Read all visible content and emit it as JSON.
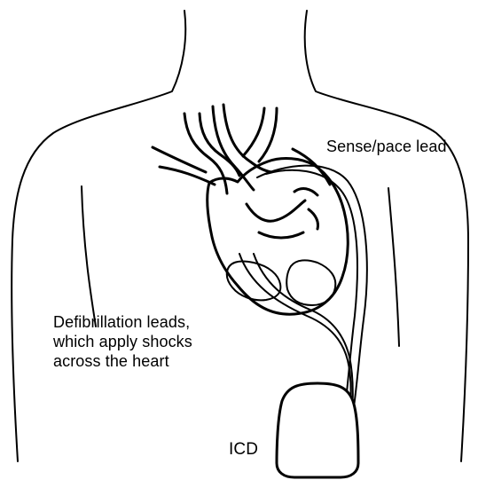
{
  "labels": {
    "sense_pace_lead": "Sense/pace lead",
    "defibrillation_leads": [
      "Defibrillation leads,",
      "which apply shocks",
      "across the heart"
    ],
    "icd": "ICD"
  },
  "colors": {
    "line": "#000000",
    "background": "#ffffff",
    "fill": "#ffffff"
  }
}
